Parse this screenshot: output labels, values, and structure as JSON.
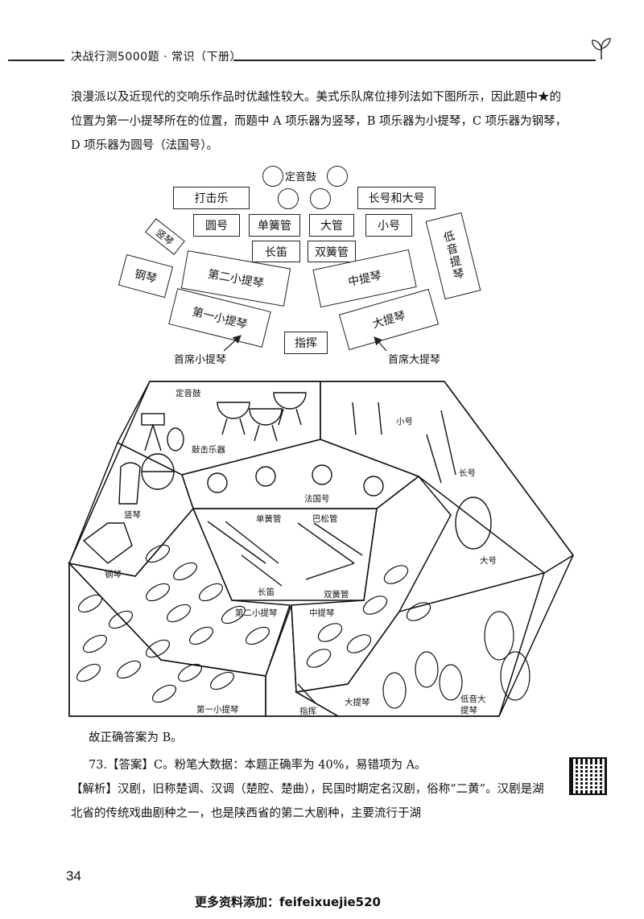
{
  "header": {
    "title": "决战行测5000题 · 常识（下册）"
  },
  "body": {
    "paragraph_1": "浪漫派以及近现代的交响乐作品时优越性较大。美式乐队席位排列法如下图所示，因此题中★的位置为第一小提琴所在的位置，而题中 A 项乐器为竖琴，B 项乐器为小提琴，C 项乐器为钢琴，D 项乐器为圆号（法国号）。",
    "answer_line": "故正确答案为 B。",
    "q73_line": "73.【答案】C。粉笔大数据：本题正确率为 40%，易错项为 A。",
    "analysis": "【解析】汉剧，旧称楚调、汉调（楚腔、楚曲），民国时期定名汉剧，俗称“二黄”。汉剧是湖北省的传统戏曲剧种之一，也是陕西省的第二大剧种，主要流行于湖"
  },
  "diagram_top": {
    "timpani": "定音鼓",
    "percussion": "打击乐",
    "trombone_tuba": "长号和大号",
    "horn": "圆号",
    "clarinet": "单簧管",
    "bassoon": "大管",
    "trumpet": "小号",
    "harp": "竖琴",
    "flute": "长笛",
    "oboe": "双簧管",
    "double_bass": "低音提琴",
    "piano": "钢琴",
    "second_violin": "第二小提琴",
    "viola": "中提琴",
    "first_violin": "第一小提琴",
    "cello": "大提琴",
    "conductor": "指挥",
    "concertmaster": "首席小提琴",
    "principal_cello": "首席大提琴"
  },
  "diagram_bottom": {
    "timpani": "定音鼓",
    "trumpet": "小号",
    "percussion": "敲击乐器",
    "trombone": "长号",
    "french_horn": "法国号",
    "harp": "竖琴",
    "clarinet": "单簧管",
    "bassoon": "巴松管",
    "tuba": "大号",
    "piano": "钢琴",
    "flute": "长笛",
    "oboe": "双簧管",
    "second_violin": "第二小提琴",
    "viola": "中提琴",
    "double_bass": "低音大提琴",
    "cello": "大提琴",
    "first_violin": "第一小提琴",
    "conductor": "指挥"
  },
  "page_number": "34",
  "footer": "更多资料添加：feifeixuejie520"
}
